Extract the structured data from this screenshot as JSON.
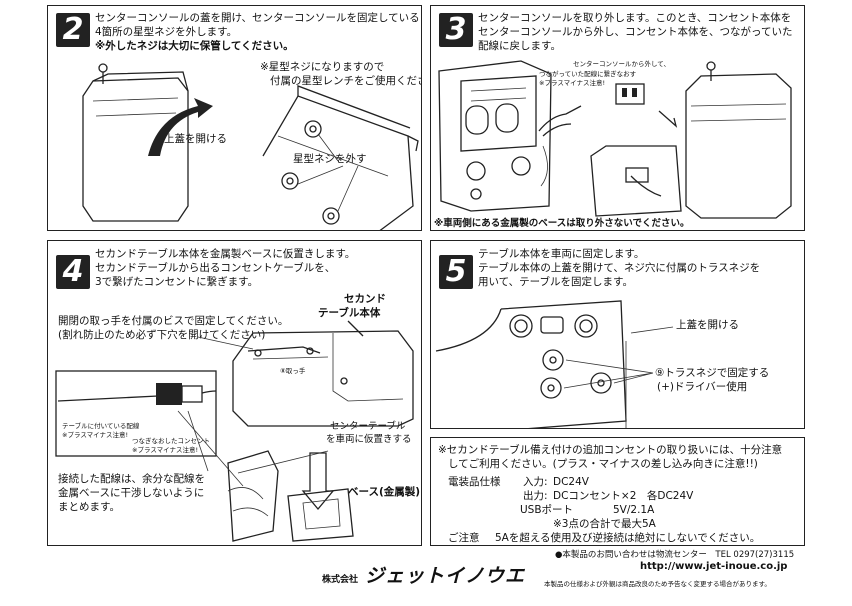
{
  "step2": {
    "num": "2",
    "line1": "センターコンソールの蓋を開け、センターコンソールを固定している",
    "line2": "4箇所の星型ネジを外します。",
    "line3": "※外したネジは大切に保管してください。",
    "note1": "※星型ネジになりますので",
    "note2": "付属の星型レンチをご使用ください。",
    "lbl_lid": "上蓋を開ける",
    "lbl_screw": "星型ネジを外す"
  },
  "step3": {
    "num": "3",
    "line1": "センターコンソールを取り外します。このとき、コンセント本体を",
    "line2": "センターコンソールから外し、コンセント本体を、つながっていた",
    "line3": "配線に戻します。",
    "small1": "センターコンソールから外して、",
    "small2": "つながっていた配線に繋ぎなおす",
    "small3": "※プラスマイナス注意!",
    "warn": "※車両側にある金属製のベースは取り外さないでください。"
  },
  "step4": {
    "num": "4",
    "line1": "セカンドテーブル本体を金属製ベースに仮置きします。",
    "line2": "セカンドテーブルから出るコンセントケーブルを、",
    "line3": "3で繋げたコンセントに繋ぎます。",
    "title1": "セカンド",
    "title2": "テーブル本体",
    "handle1": "開閉の取っ手を付属のビスで固定してください。",
    "handle2": "(割れ防止のため必ず下穴を開けてください)",
    "handle_small": "⑧取っ手",
    "cable1": "テーブルに付いている配線",
    "cable2": "※プラスマイナス注意!",
    "outlet1": "つなぎなおしたコンセント",
    "outlet2": "※プラスマイナス注意!",
    "temp1": "センターテーブル",
    "temp2": "を車両に仮置きする",
    "wire1": "接続した配線は、余分な配線を",
    "wire2": "金属ベースに干渉しないように",
    "wire3": "まとめます。",
    "base": "ベース(金属製)"
  },
  "step5": {
    "num": "5",
    "line1": "テーブル本体を車両に固定します。",
    "line2": "テーブル本体の上蓋を開けて、ネジ穴に付属のトラスネジを",
    "line3": "用いて、テーブルを固定します。",
    "lid": "上蓋を開ける",
    "fix1": "⑨トラスネジで固定する",
    "fix2": "(+)ドライバー使用"
  },
  "notice": {
    "warn1": "※セカンドテーブル備え付けの追加コンセントの取り扱いには、十分注意",
    "warn2": "してご利用ください。(プラス・マイナスの差し込み向きに注意!!)",
    "spec_label": "電装品仕様",
    "in_label": "入力:",
    "in_value": "DC24V",
    "out_label": "出力:",
    "out_value": "DCコンセント×2　各DC24V",
    "usb_label": "USBポート",
    "usb_value": "5V/2.1A",
    "max_note": "※3点の合計で最大5A",
    "caution_label": "ご注意",
    "caution_text": "5Aを超える使用及び逆接続は絶対にしないでください。"
  },
  "footer": {
    "contact": "●本製品のお問い合わせは物流センター　TEL 0297(27)3115",
    "company_small": "株式会社",
    "company": "ジェットイノウエ",
    "url": "http://www.jet-inoue.co.jp",
    "disclaimer": "本製品の仕様および外観は商品改良のため予告なく変更する場合があります。"
  }
}
